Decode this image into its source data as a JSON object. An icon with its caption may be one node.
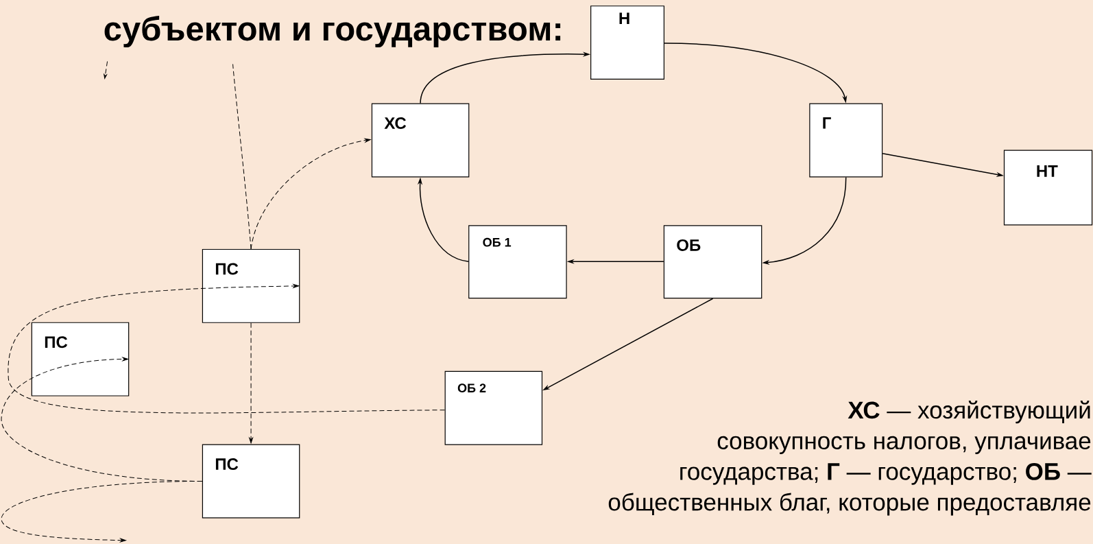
{
  "diagram": {
    "title": "субъектом и государством:",
    "nodes": [
      {
        "text": [
          "Н"
        ]
      },
      {
        "text": [
          "ХС"
        ]
      },
      {
        "text": [
          "Г"
        ]
      },
      {
        "text": [
          "НТ"
        ]
      },
      {
        "text": [
          "ОБ 1"
        ]
      },
      {
        "text": [
          "ОБ"
        ]
      },
      {
        "text": [
          "ПС"
        ]
      },
      {
        "text": [
          "ПС"
        ]
      },
      {
        "text": [
          "ОБ 2"
        ]
      },
      {
        "text": [
          "ПС"
        ]
      }
    ],
    "edges": [
      {
        "from": 1,
        "to": 0,
        "arrow": "to"
      },
      {
        "from": 0,
        "to": 2,
        "arrow": "to"
      },
      {
        "from": 2,
        "to": 3,
        "arrow": "to"
      },
      {
        "from": 2,
        "to": 5,
        "arrow": "to"
      },
      {
        "from": 5,
        "to": 4,
        "arrow": "to"
      },
      {
        "from": 4,
        "to": 1,
        "arrow": "to"
      },
      {
        "from": 5,
        "to": 8,
        "arrow": "to"
      },
      {
        "from": 6,
        "to": 1,
        "arrow": "to",
        "style": "dashed"
      },
      {
        "from": 6,
        "to": null,
        "arrow": "none",
        "style": "dashed"
      },
      {
        "from": 6,
        "to": 9,
        "arrow": "to",
        "style": "dashed"
      },
      {
        "from": 8,
        "to": 6,
        "arrow": "to",
        "style": "dashed"
      },
      {
        "from": 9,
        "to": 7,
        "arrow": "to",
        "style": "dashed"
      },
      {
        "from": 9,
        "to": null,
        "arrow": "to",
        "style": "dashed"
      }
    ],
    "labels": [
      "**ХС** — хозяйствующий",
      "совокупность налогов, уплачивае",
      "государства; **Г** — государство; **ОБ** —",
      "общественных благ, которые предоставляе"
    ]
  }
}
